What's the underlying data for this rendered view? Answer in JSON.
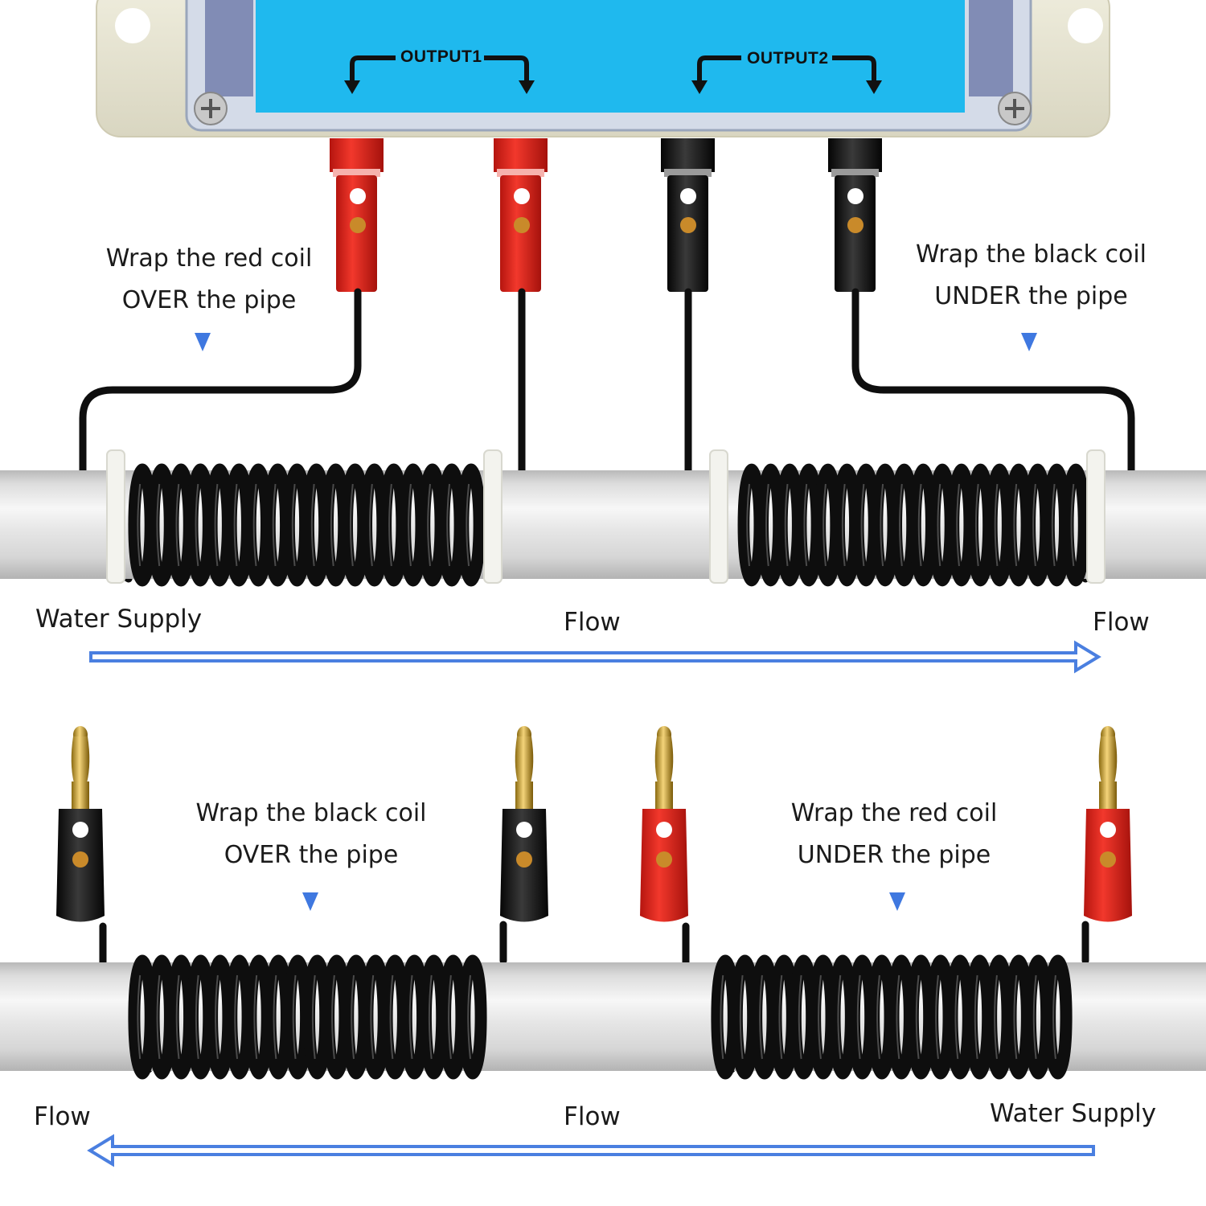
{
  "device": {
    "output1_label": "OUTPUT1",
    "output2_label": "OUTPUT2",
    "panel_color": "#1fb9ee",
    "housing_color": "#e8e6d4"
  },
  "top_section": {
    "left_instruction": {
      "line1": "Wrap the red coil",
      "line2": "OVER the pipe"
    },
    "right_instruction": {
      "line1": "Wrap the black coil",
      "line2": "UNDER the pipe"
    },
    "flow": {
      "start": "Water Supply",
      "middle": "Flow",
      "end": "Flow",
      "direction": "right"
    }
  },
  "bottom_section": {
    "left_instruction": {
      "line1": "Wrap the black coil",
      "line2": "OVER the pipe"
    },
    "right_instruction": {
      "line1": "Wrap the red coil",
      "line2": "UNDER the pipe"
    },
    "flow": {
      "start": "Flow",
      "middle": "Flow",
      "end": "Water Supply",
      "direction": "left"
    }
  },
  "colors": {
    "arrow_blue": "#4a7fe0",
    "red_connector": "#e6231a",
    "black_connector": "#151515",
    "coil": "#0e0e0e",
    "pipe": "#d8d8d8"
  },
  "icons": [
    "down-arrow-icon",
    "flow-arrow-right-icon",
    "flow-arrow-left-icon",
    "screw-icon",
    "banana-plug-icon"
  ]
}
